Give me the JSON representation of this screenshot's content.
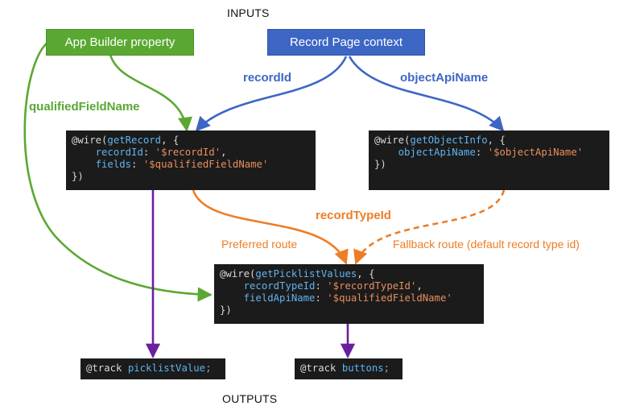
{
  "headings": {
    "inputs": "INPUTS",
    "outputs": "OUTPUTS"
  },
  "inputs": {
    "app_builder": "App Builder property",
    "record_page": "Record Page context"
  },
  "edge_labels": {
    "qualified_field_name": "qualifiedFieldName",
    "record_id": "recordId",
    "object_api_name": "objectApiName",
    "record_type_id": "recordTypeId",
    "preferred_route": "Preferred route",
    "fallback_route": "Fallback route (default record type id)"
  },
  "code": {
    "get_record": {
      "wire": "@wire(",
      "fn": "getRecord",
      "open": ", {",
      "k1": "recordId",
      "v1": "'$recordId'",
      "k2": "fields",
      "v2": "'$qualifiedFieldName'",
      "close": "})"
    },
    "get_object_info": {
      "wire": "@wire(",
      "fn": "getObjectInfo",
      "open": ", {",
      "k1": "objectApiName",
      "v1": "'$objectApiName'",
      "close": "})"
    },
    "get_picklist_values": {
      "wire": "@wire(",
      "fn": "getPicklistValues",
      "open": ", {",
      "k1": "recordTypeId",
      "v1": "'$recordTypeId'",
      "k2": "fieldApiName",
      "v2": "'$qualifiedFieldName'",
      "close": "})"
    },
    "track_picklist": {
      "kw": "@track",
      "name": "picklistValue;"
    },
    "track_buttons": {
      "kw": "@track",
      "name": "buttons;"
    }
  },
  "colors": {
    "green": "#5aa832",
    "blue": "#3d66c4",
    "orange": "#ee7d25",
    "purple": "#6b1f9e",
    "code_bg": "#1b1b1b"
  }
}
